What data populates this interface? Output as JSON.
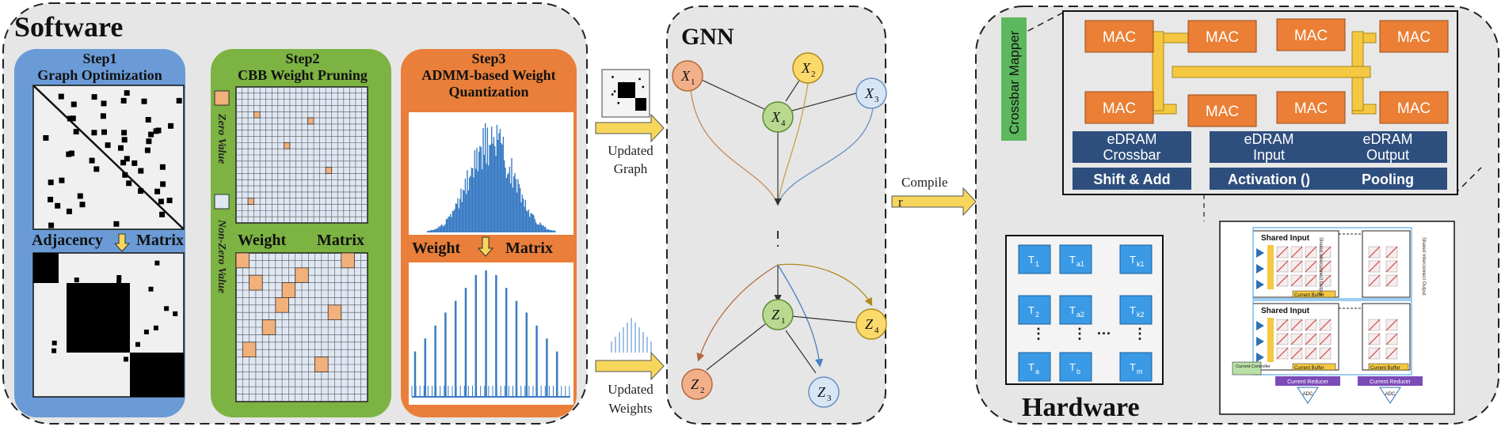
{
  "software": {
    "title": "Software",
    "step1": {
      "step": "Step1",
      "name": "Graph Optimization",
      "adj_left": "Adjacency",
      "adj_right": "Matrix"
    },
    "step2": {
      "step": "Step2",
      "name": "CBB Weight Pruning",
      "zero_label": "Zero Value",
      "nonzero_label": "Non-Zero Value",
      "w_left": "Weight",
      "w_right": "Matrix"
    },
    "step3": {
      "step": "Step3",
      "name_line1": "ADMM-based Weight",
      "name_line2": "Quantization",
      "w_left": "Weight",
      "w_right": "Matrix"
    }
  },
  "flow": {
    "updated_graph": [
      "Updated",
      "Graph"
    ],
    "updated_weights": [
      "Updated",
      "Weights"
    ],
    "compile": [
      "Compile",
      "r"
    ]
  },
  "gnn": {
    "title": "GNN",
    "top_nodes": [
      {
        "label": "X",
        "sub": "1"
      },
      {
        "label": "X",
        "sub": "2"
      },
      {
        "label": "X",
        "sub": "3"
      },
      {
        "label": "X",
        "sub": "4"
      }
    ],
    "bottom_nodes": [
      {
        "label": "Z",
        "sub": "1"
      },
      {
        "label": "Z",
        "sub": "2"
      },
      {
        "label": "Z",
        "sub": "3"
      },
      {
        "label": "Z",
        "sub": "4"
      }
    ]
  },
  "hardware": {
    "title": "Hardware",
    "crossbar_mapper": "Crossbar Mapper",
    "mac_label": "MAC",
    "edram": [
      {
        "line1": "eDRAM",
        "line2": "Crossbar"
      },
      {
        "line1": "eDRAM",
        "line2": "Input"
      },
      {
        "line1": "eDRAM",
        "line2": "Output"
      }
    ],
    "ops": [
      "Shift & Add",
      "Activation ()",
      "Pooling"
    ],
    "tiles": [
      {
        "name": "T",
        "sub": "1"
      },
      {
        "name": "T",
        "sub": "a1"
      },
      {
        "name": "T",
        "sub": "k1"
      },
      {
        "name": "T",
        "sub": "2"
      },
      {
        "name": "T",
        "sub": "a2"
      },
      {
        "name": "T",
        "sub": "k2"
      },
      {
        "name": "T",
        "sub": "a"
      },
      {
        "name": "T",
        "sub": "b"
      },
      {
        "name": "T",
        "sub": "m"
      }
    ],
    "tile_dots": [
      "⋮",
      "⋮",
      "···",
      "⋮"
    ],
    "detail": {
      "shared_input": "Shared Input",
      "current_buffer": "Current Buffer",
      "current_controller": "Current Controller",
      "current_reducer": "Current Reducer",
      "adc": "ADC",
      "side_text": "Shared Interconnect Output"
    }
  },
  "colors": {
    "step1_bg": "#6a9bd6",
    "step2_bg": "#7cb342",
    "step3_bg": "#e97f3a",
    "mac": "#ea7f35",
    "edram": "#2e4f7e",
    "tile": "#3a9ae6",
    "bus": "#f5c842",
    "arrow": "#f7d65c",
    "node_orange": "#f2b08a",
    "node_yellow": "#fbd96a",
    "node_green": "#b8d98f",
    "node_blue": "#d6e6f5",
    "mapper": "#5cb85c"
  }
}
